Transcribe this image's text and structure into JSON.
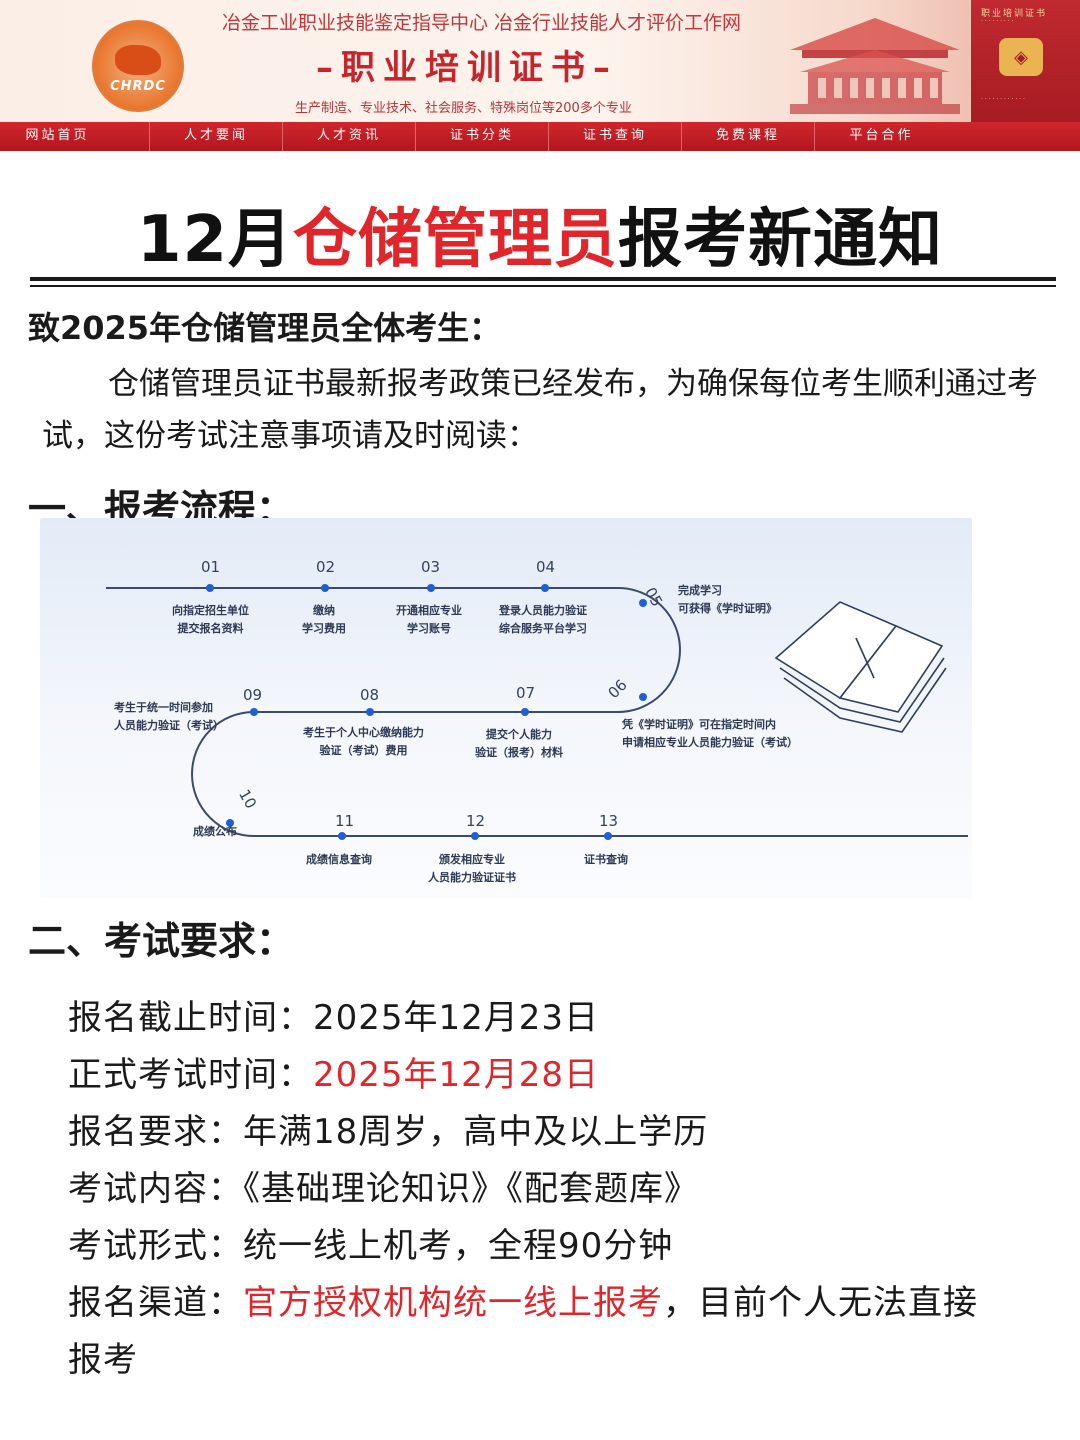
{
  "banner": {
    "org_line": "冶金工业职业技能鉴定指导中心  冶金行业技能人才评价工作网",
    "cert_title": "–职业培训证书–",
    "cert_sub": "生产制造、专业技术、社会服务、特殊岗位等200多个专业",
    "logo_text": "CHRDC",
    "book_title": "职业培训证书"
  },
  "nav": {
    "items": [
      "网站首页",
      "人才要闻",
      "人才资讯",
      "证书分类",
      "证书查询",
      "免费课程",
      "平台合作"
    ]
  },
  "title": {
    "prefix": "12月",
    "highlight": "仓储管理员",
    "suffix": "报考新通知"
  },
  "intro": {
    "greeting": "致2025年仓储管理员全体考生：",
    "body": "仓储管理员证书最新报考政策已经发布，为确保每位考生顺利通过考试，这份考试注意事项请及时阅读："
  },
  "section1": {
    "heading": "一、报考流程："
  },
  "flow": {
    "steps": [
      {
        "num": "01",
        "line1": "向指定招生单位",
        "line2": "提交报名资料"
      },
      {
        "num": "02",
        "line1": "缴纳",
        "line2": "学习费用"
      },
      {
        "num": "03",
        "line1": "开通相应专业",
        "line2": "学习账号"
      },
      {
        "num": "04",
        "line1": "登录人员能力验证",
        "line2": "综合服务平台学习"
      },
      {
        "num": "05",
        "line1": "完成学习",
        "line2": "可获得《学时证明》"
      },
      {
        "num": "06",
        "line1": "凭《学时证明》可在指定时间内",
        "line2": "申请相应专业人员能力验证（考试）"
      },
      {
        "num": "07",
        "line1": "提交个人能力",
        "line2": "验证（报考）材料"
      },
      {
        "num": "08",
        "line1": "考生于个人中心缴纳能力",
        "line2": "验证（考试）费用"
      },
      {
        "num": "09",
        "line1": "考生于统一时间参加",
        "line2": "人员能力验证（考试）"
      },
      {
        "num": "10",
        "line1": "成绩公布",
        "line2": ""
      },
      {
        "num": "11",
        "line1": "成绩信息查询",
        "line2": ""
      },
      {
        "num": "12",
        "line1": "颁发相应专业",
        "line2": "人员能力验证证书"
      },
      {
        "num": "13",
        "line1": "证书查询",
        "line2": ""
      }
    ]
  },
  "section2": {
    "heading": "二、考试要求："
  },
  "requirements": {
    "deadline_label": "报名截止时间：",
    "deadline_value": "2025年12月23日",
    "exam_label": "正式考试时间：",
    "exam_value": "2025年12月28日",
    "eligibility_label": "报名要求：",
    "eligibility_value": "年满18周岁，高中及以上学历",
    "content_label": "考试内容：",
    "content_value": "《基础理论知识》《配套题库》",
    "format_label": "考试形式：",
    "format_value": "统一线上机考，全程90分钟",
    "channel_label": "报名渠道：",
    "channel_highlight": "官方授权机构统一线上报考",
    "channel_rest": "，目前个人无法直接",
    "channel_tail": "报考"
  },
  "colors": {
    "accent_red": "#e0262b",
    "nav_red": "#c21e25",
    "text": "#1a1a1a",
    "flow_line": "#3b4a6b"
  }
}
